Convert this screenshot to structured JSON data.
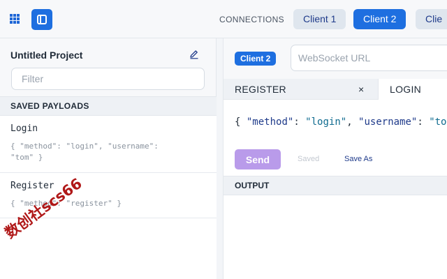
{
  "topbar": {
    "connections_label": "CONNECTIONS",
    "clients": [
      {
        "label": "Client 1",
        "active": false
      },
      {
        "label": "Client 2",
        "active": true
      },
      {
        "label": "Clie",
        "active": false
      }
    ]
  },
  "sidebar": {
    "project_title": "Untitled Project",
    "filter_placeholder": "Filter",
    "saved_header": "SAVED PAYLOADS",
    "payloads": [
      {
        "name": "Login",
        "body": "{ \"method\": \"login\", \"username\":\n\"tom\" }"
      },
      {
        "name": "Register",
        "body": "{ \"method\": \"register\" }"
      }
    ]
  },
  "main": {
    "client_badge": "Client 2",
    "url_placeholder": "WebSocket URL",
    "tabs": [
      {
        "label": "REGISTER",
        "active": false
      },
      {
        "label": "LOGIN",
        "active": true
      }
    ],
    "tab_close": "×",
    "editor": {
      "open": "{",
      "key1": "\"method\"",
      "val1": "\"login\"",
      "key2": "\"username\"",
      "val2": "\"tom"
    },
    "send_label": "Send",
    "saved_label": "Saved",
    "save_as_label": "Save As",
    "output_header": "OUTPUT"
  },
  "watermark": "数创社scs66",
  "colors": {
    "accent": "#1e6fe0",
    "send_button": "#b99bea",
    "watermark": "#b01818"
  }
}
